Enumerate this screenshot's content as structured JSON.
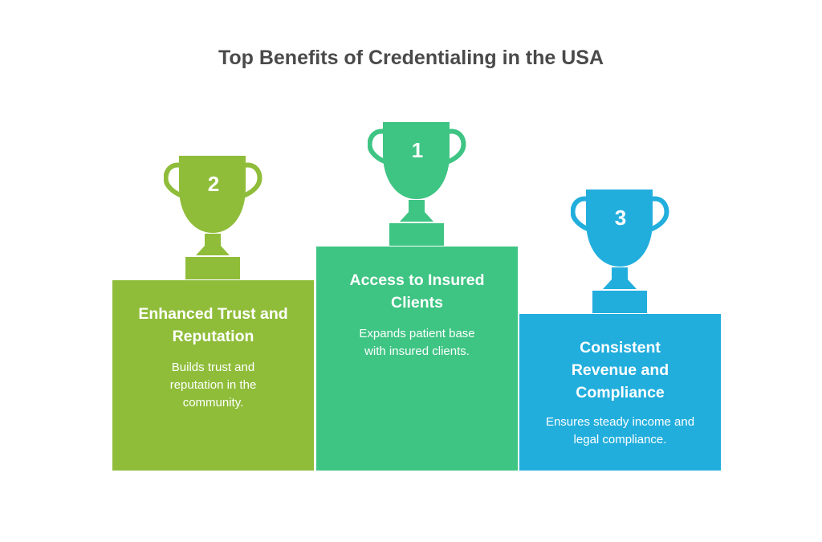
{
  "title": "Top Benefits of Credentialing in the USA",
  "colors": {
    "second": "#8fbd3a",
    "first": "#3ec483",
    "third": "#22aedd"
  },
  "podiums": [
    {
      "rank": "2",
      "heading": "Enhanced Trust and Reputation",
      "text": "Builds trust and reputation in the community.",
      "icon": "trophy-icon"
    },
    {
      "rank": "1",
      "heading": "Access to Insured Clients",
      "text": "Expands patient base with insured clients.",
      "icon": "trophy-icon"
    },
    {
      "rank": "3",
      "heading": "Consistent Revenue and Compliance",
      "text": "Ensures steady income and legal compliance.",
      "icon": "trophy-icon"
    }
  ]
}
